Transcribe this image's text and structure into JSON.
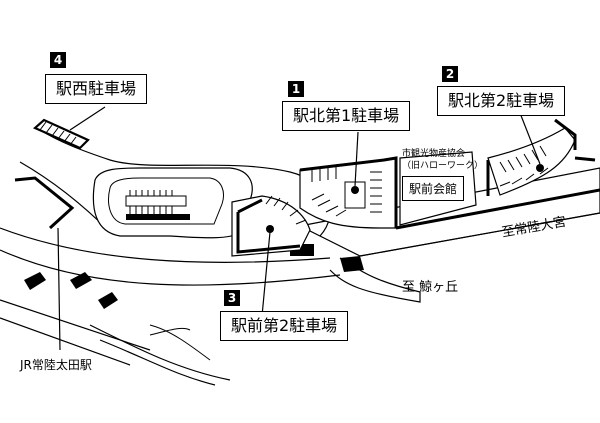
{
  "parking": [
    {
      "number": "4",
      "name": "駅西駐車場"
    },
    {
      "number": "1",
      "name": "駅北第1駐車場"
    },
    {
      "number": "2",
      "name": "駅北第2駐車場"
    },
    {
      "number": "3",
      "name": "駅前第2駐車場"
    }
  ],
  "labels": {
    "association": "市観光物産協会",
    "association_sub": "（旧ハローワーク）",
    "ekimae_hall": "駅前会館",
    "to_omiya": "至常陸大宮",
    "to_kujiragaoka": "至 鯨ヶ丘",
    "station": "JR常陸太田駅"
  }
}
